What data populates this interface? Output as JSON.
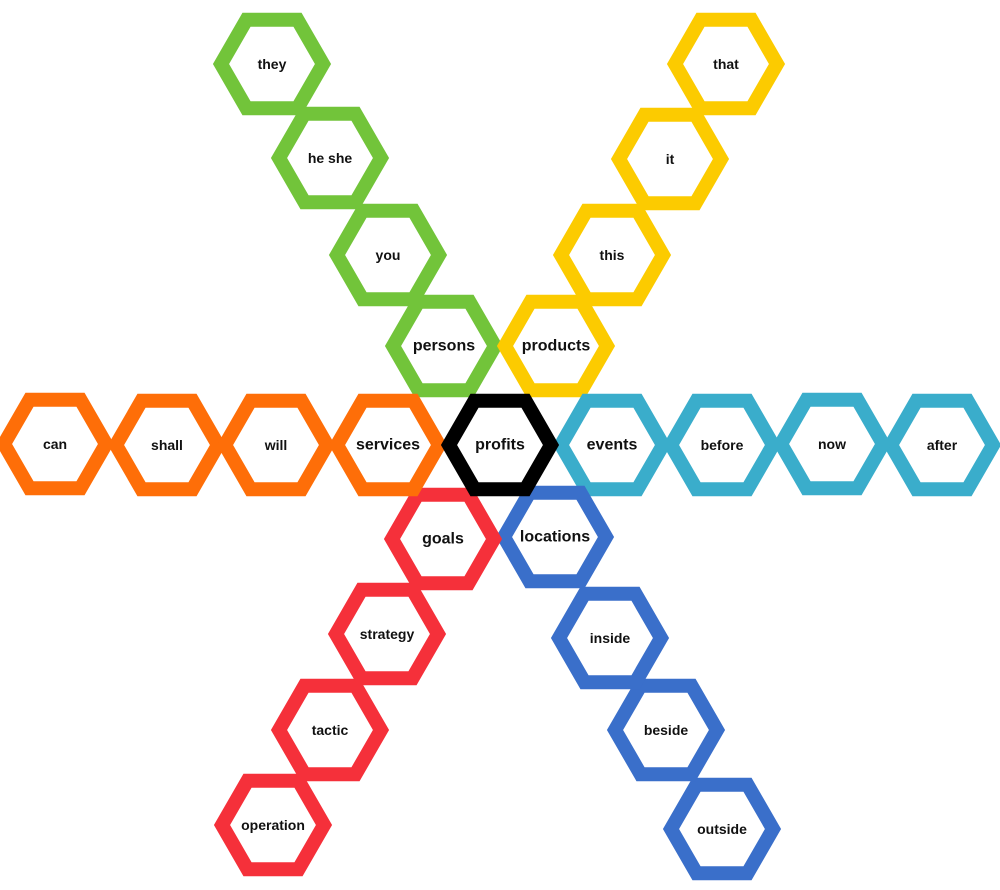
{
  "center": {
    "label": "profits",
    "color": "#000000"
  },
  "branches": [
    {
      "name": "persons",
      "color": "#72C43A",
      "labels": [
        "persons",
        "you",
        "he she",
        "they"
      ]
    },
    {
      "name": "products",
      "color": "#FCCB00",
      "labels": [
        "products",
        "this",
        "it",
        "that"
      ]
    },
    {
      "name": "events",
      "color": "#3AADCB",
      "labels": [
        "events",
        "before",
        "now",
        "after"
      ]
    },
    {
      "name": "locations",
      "color": "#3A6FCA",
      "labels": [
        "locations",
        "inside",
        "beside",
        "outside"
      ]
    },
    {
      "name": "goals",
      "color": "#F5303A",
      "labels": [
        "goals",
        "strategy",
        "tactic",
        "operation"
      ]
    },
    {
      "name": "services",
      "color": "#FE6E08",
      "labels": [
        "services",
        "will",
        "shall",
        "can"
      ]
    }
  ]
}
